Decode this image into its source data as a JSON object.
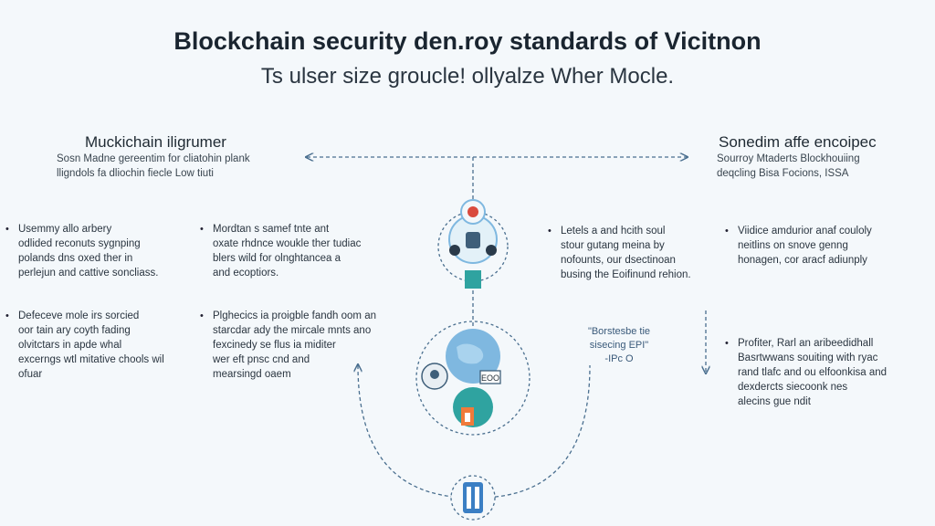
{
  "header": {
    "title": "Blockchain security den.roy standards of Vicitnon",
    "subtitle": "Ts ulser size groucle! ollyalze Wher Mocle."
  },
  "left_column": {
    "heading": "Muckichain iligrumer",
    "sub_lines": [
      "Sosn Madne gereentim for cliatohin plank",
      "lligndols fa dliochin fiecle Low tiuti"
    ]
  },
  "right_column": {
    "heading": "Sonedim affe encoipec",
    "sub_lines": [
      "Sourroy Mtaderts Blockhouiing",
      "deqcling Bisa Focions, ISSA"
    ]
  },
  "bullets": [
    {
      "lines": [
        "Usemmy allo arbery",
        "odlided reconuts sygnping",
        "polands dns oxed ther in",
        "perlejun and cattive soncliass."
      ]
    },
    {
      "lines": [
        "Mordtan s samef tnte ant",
        "oxate rhdnce woukle ther tudiac",
        "blers wild for olnghtancea a",
        "and ecoptiors."
      ]
    },
    {
      "lines": [
        "Defeceve mole irs sorcied",
        "oor tain ary coyth fading",
        "olvitctars in apde whal",
        "excerngs wtl mitative chools wil",
        "ofuar"
      ]
    },
    {
      "lines": [
        "Plghecics ia proigble fandh oom an",
        "starcdar ady the mircale mnts ano",
        "fexcinedy se flus ia miditer",
        "wer eft pnsc cnd and",
        "mearsingd oaem"
      ]
    },
    {
      "lines": [
        "Letels a and hcith soul",
        "stour gutang meina by",
        "nofounts, our dsectinoan",
        "busing the Eoifinund rehion."
      ]
    },
    {
      "lines": [
        "Viidice amdurior anaf couloly",
        "neitlins on snove genng",
        "honagen, cor aracf adiunply"
      ]
    },
    {
      "lines": [
        "Profiter, Rarl an aribeedidhall",
        "Basrtwwans souiting with ryac",
        "rand tlafc and ou elfoonkisa and",
        "dexdercts siecoonk nes",
        "alecins gue ndit"
      ]
    }
  ],
  "center_note": {
    "lines": [
      "\"Borstesbe tie",
      "sisecing EPI\"",
      "-IPc O"
    ]
  },
  "badge_label": "EOO",
  "colors": {
    "accent": "#2a7f8f",
    "globe": "#7fb8e0",
    "teal": "#2fa3a0",
    "line": "#4a6f8f"
  }
}
